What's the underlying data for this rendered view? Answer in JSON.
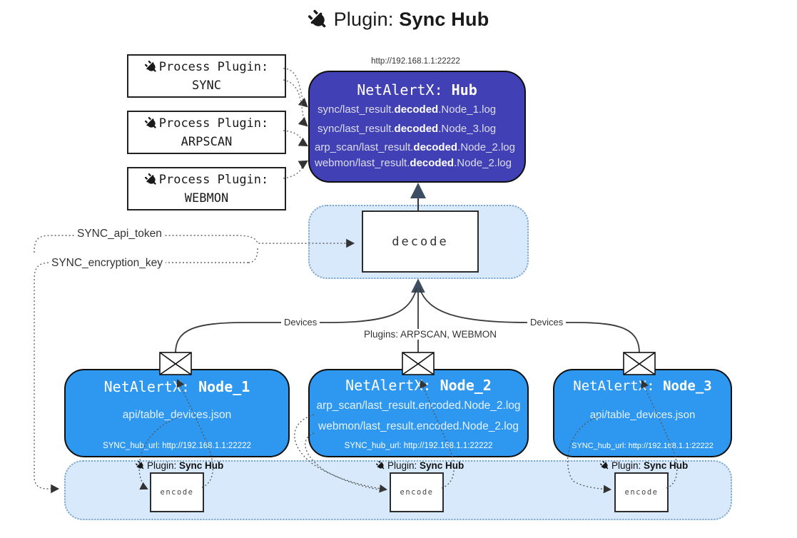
{
  "title": {
    "prefix": "Plugin: ",
    "bold": "Sync Hub"
  },
  "icons": {
    "plug": "plug-icon",
    "envelope": "envelope-icon"
  },
  "colors": {
    "hub": "#4141b5",
    "node": "#2e97ef",
    "panel": "#d7e9fb"
  },
  "process_plugins": [
    {
      "label": "Process Plugin:",
      "name": "SYNC"
    },
    {
      "label": "Process Plugin:",
      "name": "ARPSCAN"
    },
    {
      "label": "Process Plugin:",
      "name": "WEBMON"
    }
  ],
  "hub": {
    "url": "http://192.168.1.1:22222",
    "title_prefix": "NetAlertX: ",
    "title_bold": "Hub",
    "logs": [
      {
        "pre": "sync/last_result.",
        "bold": "decoded",
        "post": ".Node_1.log"
      },
      {
        "pre": "sync/last_result.",
        "bold": "decoded",
        "post": ".Node_3.log"
      },
      {
        "pre": "arp_scan/last_result.",
        "bold": "decoded",
        "post": ".Node_2.log"
      },
      {
        "pre": "webmon/last_result.",
        "bold": "decoded",
        "post": ".Node_2.log"
      }
    ]
  },
  "decode": {
    "label": "decode"
  },
  "keys": {
    "api_token": "SYNC_api_token",
    "encryption_key": "SYNC_encryption_key"
  },
  "edges": {
    "devices_left": "Devices",
    "devices_right": "Devices",
    "plugins_middle": "Plugins: ARPSCAN, WEBMON"
  },
  "nodes": [
    {
      "title_prefix": "NetAlertX: ",
      "title_bold": "Node_1",
      "files": [
        "api/table_devices.json"
      ],
      "hub_url": "SYNC_hub_url: http://192.168.1.1:22222"
    },
    {
      "title_prefix": "NetAlertX: ",
      "title_bold": "Node_2",
      "files": [
        "arp_scan/last_result.encoded.Node_2.log",
        "webmon/last_result.encoded.Node_2.log"
      ],
      "hub_url": "SYNC_hub_url: http://192.168.1.1:22222"
    },
    {
      "title_prefix": "NetAlertX: ",
      "title_bold": "Node_3",
      "files": [
        "api/table_devices.json"
      ],
      "hub_url": "SYNC_hub_url: http://192.168.1.1:22222"
    }
  ],
  "encoders": [
    {
      "plugin_prefix": "Plugin: ",
      "plugin_bold": "Sync Hub",
      "label": "encode"
    },
    {
      "plugin_prefix": "Plugin: ",
      "plugin_bold": "Sync Hub",
      "label": "encode"
    },
    {
      "plugin_prefix": "Plugin: ",
      "plugin_bold": "Sync Hub",
      "label": "encode"
    }
  ]
}
